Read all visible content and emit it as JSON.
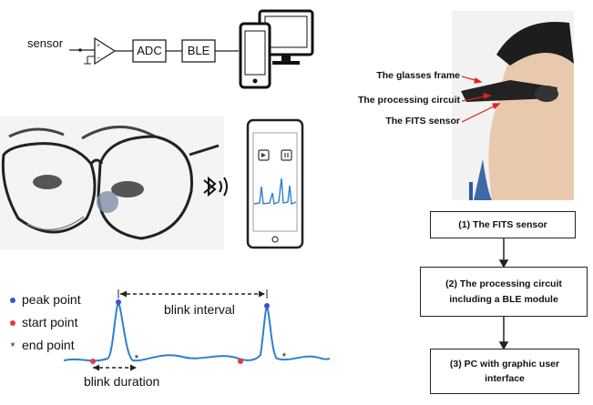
{
  "block_diagram": {
    "sensor_label": "sensor",
    "adc_label": "ADC",
    "ble_label": "BLE"
  },
  "photo_callouts": {
    "frame": "The glasses frame",
    "circuit": "The processing circuit",
    "sensor": "The FITS sensor"
  },
  "flowchart": {
    "step1": "(1) The FITS sensor",
    "step2_line1": "(2) The processing circuit",
    "step2_line2": "including a BLE module",
    "step3_line1": "(3) PC with graphic user",
    "step3_line2": "interface"
  },
  "signal_legend": {
    "peak": "peak point",
    "start": "start point",
    "end": "end point",
    "blink_interval": "blink interval",
    "blink_duration": "blink duration"
  },
  "colors": {
    "signal": "#2f7fd0",
    "peak_marker": "#3a4fd8",
    "start_marker": "#e33b3b",
    "end_marker": "#222222"
  }
}
